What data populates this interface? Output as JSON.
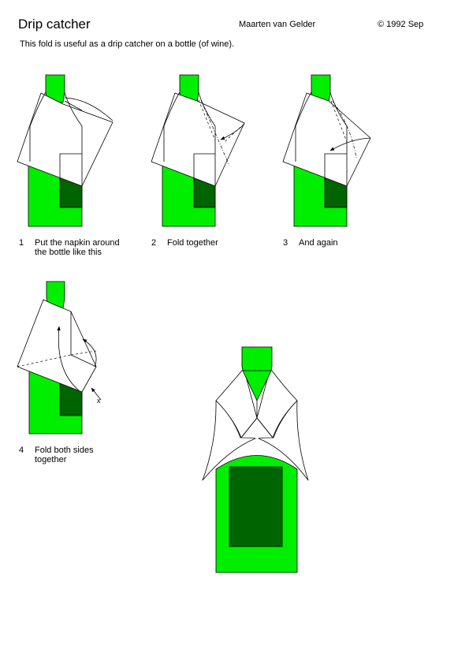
{
  "header": {
    "title": "Drip catcher",
    "author": "Maarten van Gelder",
    "copyright": "© 1992 Sep",
    "intro": "This fold is useful as a drip catcher on a bottle (of wine)."
  },
  "colors": {
    "bottle": "#00ee00",
    "label": "#006400",
    "paper": "#ffffff",
    "line": "#000000"
  },
  "steps": [
    {
      "num": "1",
      "lines": [
        "Put the napkin around",
        "the bottle like this"
      ]
    },
    {
      "num": "2",
      "lines": [
        "Fold together"
      ]
    },
    {
      "num": "3",
      "lines": [
        "And again"
      ]
    },
    {
      "num": "4",
      "lines": [
        "Fold both sides",
        "together"
      ]
    }
  ],
  "annotations": {
    "step4_mark": "x"
  }
}
